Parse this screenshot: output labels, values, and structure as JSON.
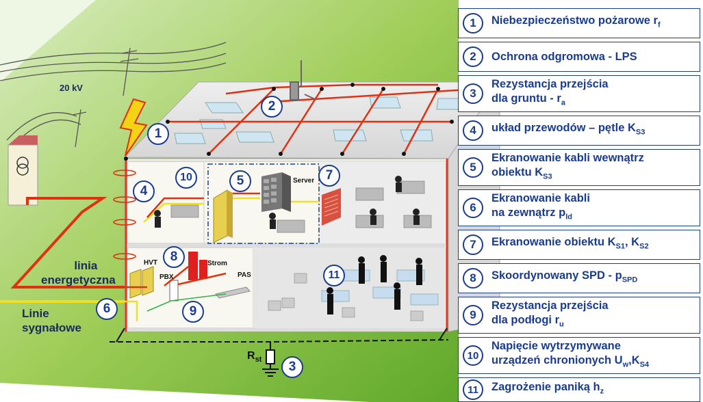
{
  "legend": [
    {
      "num": "1",
      "line1": "Niebezpieczeństwo pożarowe r",
      "sub1": "f",
      "line2": "",
      "sub2": ""
    },
    {
      "num": "2",
      "line1": "Ochrona odgromowa - LPS",
      "sub1": "",
      "line2": "",
      "sub2": ""
    },
    {
      "num": "3",
      "line1": "Rezystancja przejścia",
      "sub1": "",
      "line2": "dla gruntu - r",
      "sub2": "a"
    },
    {
      "num": "4",
      "line1": " układ przewodów – pętle   K",
      "sub1": "S3",
      "line2": "",
      "sub2": ""
    },
    {
      "num": "5",
      "line1": "Ekranowanie kabli wewnątrz",
      "sub1": "",
      "line2": "obiektu   K",
      "sub2": "S3"
    },
    {
      "num": "6",
      "line1": "Ekranowanie kabli",
      "sub1": "",
      "line2": "na zewnątrz p",
      "sub2": "ld"
    },
    {
      "num": "7",
      "line1": "Ekranowanie obiektu K",
      "sub1": "S1",
      "line1b": ", K",
      "sub1b": "S2",
      "line2": "",
      "sub2": ""
    },
    {
      "num": "8",
      "line1": "Skoordynowany SPD  - p",
      "sub1": "SPD",
      "line2": "",
      "sub2": ""
    },
    {
      "num": "9",
      "line1": "Rezystancja przejścia",
      "sub1": "",
      "line2": "dla podłogi        r",
      "sub2": "u"
    },
    {
      "num": "10",
      "line1": "Napięcie wytrzymywane",
      "sub1": "",
      "line2": "urządzeń chronionych  U",
      "sub2": "w",
      "line2b": ",K",
      "sub2b": "S4"
    },
    {
      "num": "11",
      "line1": "Zagrożenie paniką   h",
      "sub1": "z",
      "line2": "",
      "sub2": ""
    }
  ],
  "labels": {
    "voltage": "20 kV",
    "power_line": "linia",
    "power_line2": "energetyczna",
    "signal_line": "Linie",
    "signal_line2": "sygnałowe",
    "server": "Server",
    "hvt": "HVT",
    "pbx": "PBX",
    "strom": "Strom",
    "pas": "PAS",
    "rst": "R",
    "rst_sub": "st"
  },
  "callouts": [
    "1",
    "2",
    "3",
    "4",
    "5",
    "6",
    "7",
    "8",
    "9",
    "10",
    "11"
  ],
  "colors": {
    "accent": "#1a3c8c",
    "grass": "#7fb832",
    "lps": "#e03010",
    "signal": "#f0e020"
  }
}
